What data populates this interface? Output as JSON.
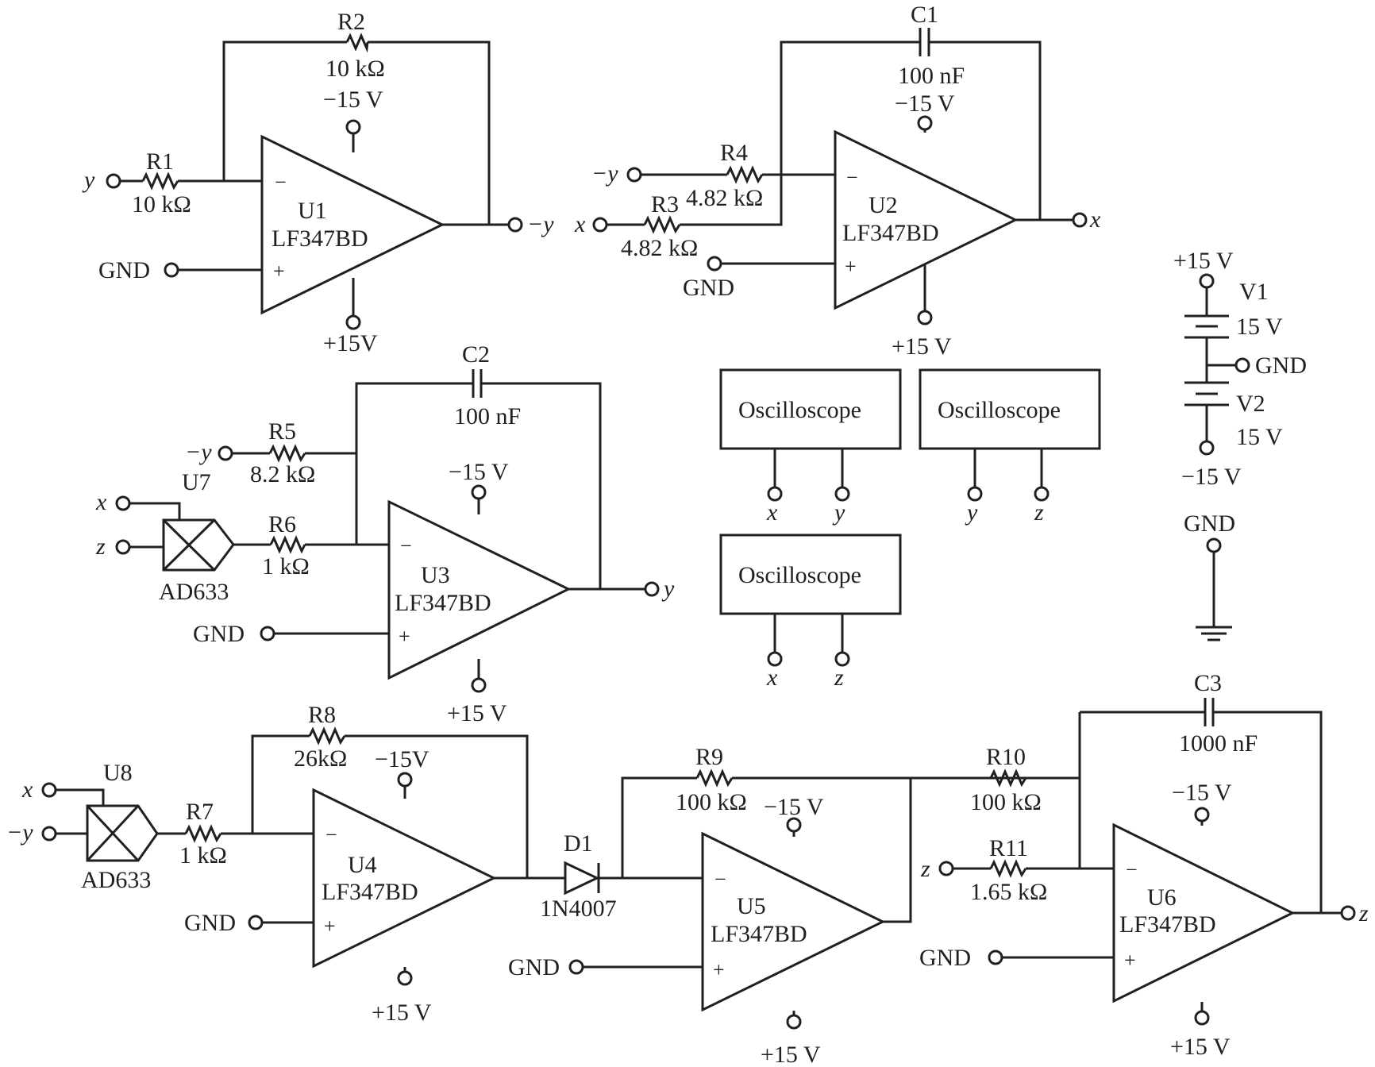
{
  "amps": [
    {
      "ref": "U1",
      "model": "LF347BD",
      "vneg": "−15 V",
      "vpos": "+15V"
    },
    {
      "ref": "U2",
      "model": "LF347BD",
      "vneg": "−15 V",
      "vpos": "+15 V"
    },
    {
      "ref": "U3",
      "model": "LF347BD",
      "vneg": "−15 V",
      "vpos": "+15 V"
    },
    {
      "ref": "U4",
      "model": "LF347BD",
      "vneg": "−15V",
      "vpos": "+15 V"
    },
    {
      "ref": "U5",
      "model": "LF347BD",
      "vneg": "−15 V",
      "vpos": "+15 V"
    },
    {
      "ref": "U6",
      "model": "LF347BD",
      "vneg": "−15 V",
      "vpos": "+15 V"
    }
  ],
  "resistors": [
    {
      "ref": "R1",
      "value": "10 kΩ"
    },
    {
      "ref": "R2",
      "value": "10 kΩ"
    },
    {
      "ref": "R3",
      "value": "4.82 kΩ"
    },
    {
      "ref": "R4",
      "value": "4.82 kΩ"
    },
    {
      "ref": "R5",
      "value": "8.2 kΩ"
    },
    {
      "ref": "R6",
      "value": "1 kΩ"
    },
    {
      "ref": "R7",
      "value": "1 kΩ"
    },
    {
      "ref": "R8",
      "value": "26kΩ"
    },
    {
      "ref": "R9",
      "value": "100 kΩ"
    },
    {
      "ref": "R10",
      "value": "100 kΩ"
    },
    {
      "ref": "R11",
      "value": "1.65 kΩ"
    }
  ],
  "capacitors": [
    {
      "ref": "C1",
      "value": "100 nF"
    },
    {
      "ref": "C2",
      "value": "100 nF"
    },
    {
      "ref": "C3",
      "value": "1000 nF"
    }
  ],
  "multipliers": [
    {
      "ref": "U7",
      "model": "AD633"
    },
    {
      "ref": "U8",
      "model": "AD633"
    }
  ],
  "diode": {
    "ref": "D1",
    "model": "1N4007"
  },
  "sources": [
    {
      "ref": "V1",
      "value": "15 V"
    },
    {
      "ref": "V2",
      "value": "15 V"
    }
  ],
  "supply": {
    "pos": "+15 V",
    "neg": "−15 V",
    "gnd": "GND"
  },
  "ground_symbol_label": "GND",
  "scopes": [
    {
      "title": "Oscilloscope",
      "ch1": "x",
      "ch2": "y"
    },
    {
      "title": "Oscilloscope",
      "ch1": "y",
      "ch2": "z"
    },
    {
      "title": "Oscilloscope",
      "ch1": "x",
      "ch2": "z"
    }
  ],
  "signals": {
    "y": "y",
    "neg_y": "−y",
    "x": "x",
    "z": "z",
    "gnd": "GND",
    "minus": "−",
    "plus": "+"
  }
}
